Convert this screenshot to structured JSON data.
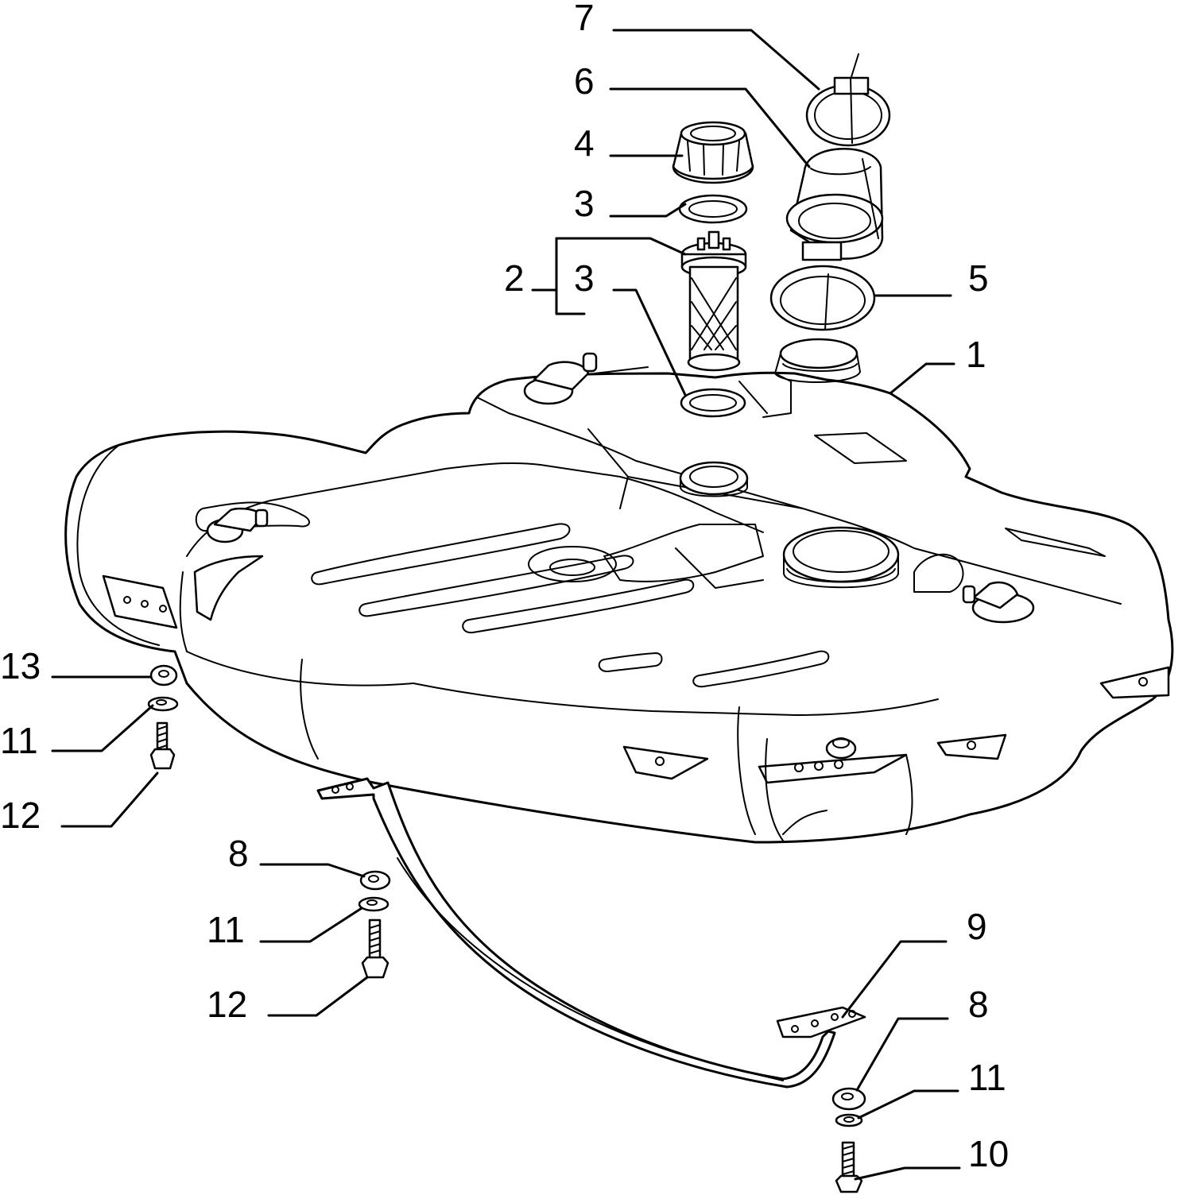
{
  "callouts": [
    {
      "id": "c1",
      "label": "1"
    },
    {
      "id": "c2",
      "label": "2"
    },
    {
      "id": "c3a",
      "label": "3"
    },
    {
      "id": "c3b",
      "label": "3"
    },
    {
      "id": "c4",
      "label": "4"
    },
    {
      "id": "c5",
      "label": "5"
    },
    {
      "id": "c6",
      "label": "6"
    },
    {
      "id": "c7",
      "label": "7"
    },
    {
      "id": "c8a",
      "label": "8"
    },
    {
      "id": "c8b",
      "label": "8"
    },
    {
      "id": "c9",
      "label": "9"
    },
    {
      "id": "c10",
      "label": "10"
    },
    {
      "id": "c11a",
      "label": "11"
    },
    {
      "id": "c11b",
      "label": "11"
    },
    {
      "id": "c11c",
      "label": "11"
    },
    {
      "id": "c12a",
      "label": "12"
    },
    {
      "id": "c12b",
      "label": "12"
    },
    {
      "id": "c13",
      "label": "13"
    }
  ]
}
